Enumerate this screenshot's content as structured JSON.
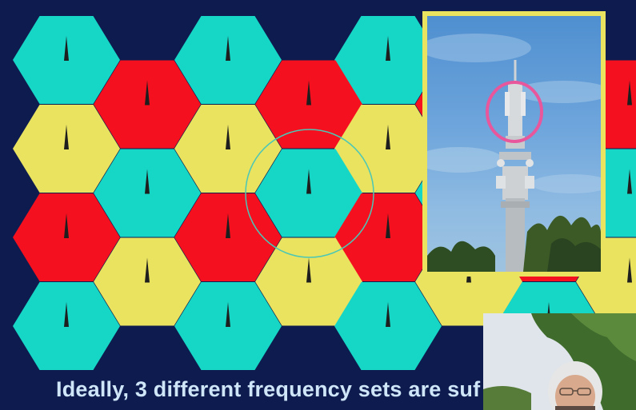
{
  "slide": {
    "caption": "Ideally, 3 different frequency sets are suf",
    "colors": {
      "background": "#0d1b4f",
      "cyan": "#16d6c6",
      "red": "#f4101f",
      "yellow": "#e9e35f",
      "antenna": "#1e1e1e",
      "circle_outline": "#4cc7b6",
      "photo_frame": "#e9e35f",
      "highlight_circle": "#e8569b"
    },
    "cell_pattern": [
      [
        "cyan",
        "cyan",
        "cyan",
        "cyan"
      ],
      [
        "red",
        "red",
        "red",
        "red"
      ],
      [
        "yellow",
        "yellow",
        "yellow",
        "yellow"
      ],
      [
        "cyan",
        "cyan",
        "cyan",
        "cyan"
      ],
      [
        "red",
        "red",
        "red",
        "red"
      ],
      [
        "yellow",
        "yellow",
        "yellow",
        "yellow"
      ],
      [
        "cyan",
        "cyan",
        "cyan",
        "cyan"
      ]
    ]
  }
}
